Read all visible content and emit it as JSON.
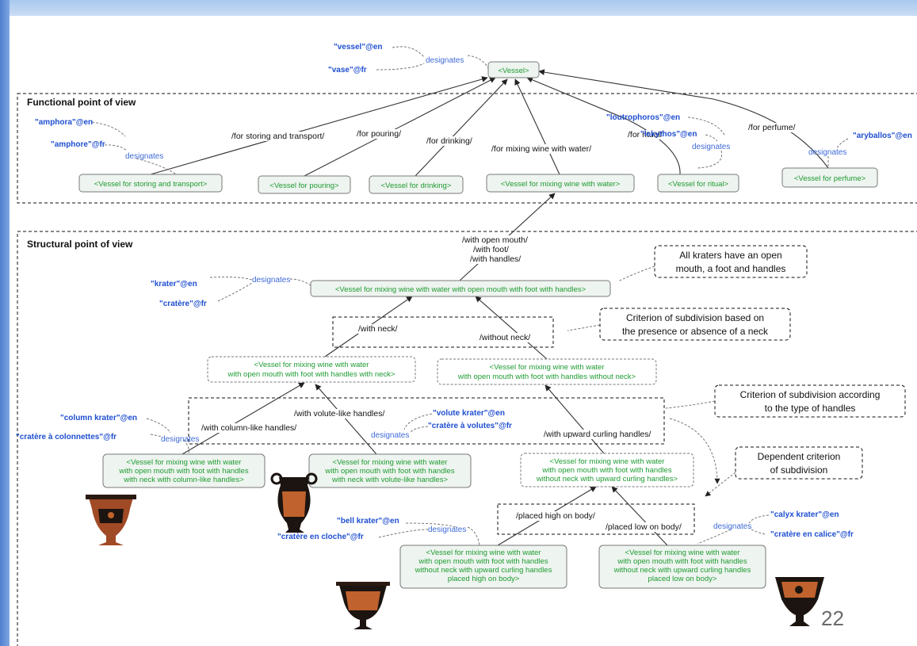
{
  "slide_number": "22",
  "sections": {
    "functional": "Functional point of view",
    "structural": "Structural point of view"
  },
  "nodes": {
    "vessel": "<Vessel>",
    "storing": "<Vessel for storing and transport>",
    "pouring": "<Vessel for pouring>",
    "drinking": "<Vessel for drinking>",
    "mixing": "<Vessel for mixing wine with water>",
    "ritual": "<Vessel for ritual>",
    "perfume": "<Vessel for perfume>",
    "krater": "<Vessel for mixing wine with water with open mouth with foot with handles>",
    "neck": [
      "<Vessel for mixing wine with water",
      "with open mouth with foot with handles with neck>"
    ],
    "noneck": [
      "<Vessel for mixing wine with water",
      "with open mouth with foot with handles without neck>"
    ],
    "column": [
      "<Vessel for mixing wine with water",
      "with open mouth with foot with handles",
      "with neck with column-like handles>"
    ],
    "volute": [
      "<Vessel for mixing wine with water",
      "with open mouth with foot with handles",
      "with neck with volute-like handles>"
    ],
    "upward": [
      "<Vessel for mixing wine with water",
      "with open mouth with foot with handles",
      "without neck with upward curling handles>"
    ],
    "bell": [
      "<Vessel for mixing wine with water",
      "with open mouth with foot  with handles",
      "without neck with upward curling handles",
      "placed high on body>"
    ],
    "calyx": [
      "<Vessel for mixing wine with water",
      "with open mouth with foot with handles",
      "without neck with upward curling handles",
      "placed low on body>"
    ]
  },
  "relations": {
    "storing": "/for storing and transport/",
    "pouring": "/for pouring/",
    "drinking": "/for drinking/",
    "mixing": "/for mixing wine with water/",
    "ritual": "/for ritual/",
    "perfume": "/for perfume/",
    "krater": [
      "/with open mouth/",
      "/with foot/",
      "/with handles/"
    ],
    "neck": "/with neck/",
    "noneck": "/without neck/",
    "column": "/with column-like handles/",
    "volute": "/with volute-like handles/",
    "upward": "/with upward curling handles/",
    "high": "/placed high on body/",
    "low": "/placed low on body/"
  },
  "terms": {
    "vessel_en": "\"vessel\"@en",
    "vase_fr": "\"vase\"@fr",
    "amphora_en": "\"amphora\"@en",
    "amphore_fr": "\"amphore\"@fr",
    "loutrophoros_en": "\"loutrophoros\"@en",
    "lekythos_en": "\"lekythos\"@en",
    "aryballos_en": "\"aryballos\"@en",
    "krater_en": "\"krater\"@en",
    "cratere_fr": "\"cratère\"@fr",
    "column_krater_en": "\"column krater\"@en",
    "cratere_colonnettes_fr": "\"cratère à colonnettes\"@fr",
    "volute_krater_en": "\"volute krater\"@en",
    "cratere_volutes_fr": "\"cratère à volutes\"@fr",
    "bell_krater_en": "\"bell krater\"@en",
    "cratere_cloche_fr": "\"cratère en cloche\"@fr",
    "calyx_krater_en": "\"calyx krater\"@en",
    "cratere_calice_fr": "\"cratère en calice\"@fr"
  },
  "designates": "designates",
  "notes": {
    "krater": [
      "All kraters have an open",
      "mouth, a foot and handles"
    ],
    "neck": [
      "Criterion of subdivision based on",
      "the presence or absence of a neck"
    ],
    "handles": [
      "Criterion of subdivision according",
      "to the type of handles"
    ],
    "dependent": [
      "Dependent criterion",
      "of subdivision"
    ]
  },
  "colors": {
    "node_text": "#1e9b32",
    "term": "#1f4fd0",
    "designates": "#3e6ad8"
  }
}
